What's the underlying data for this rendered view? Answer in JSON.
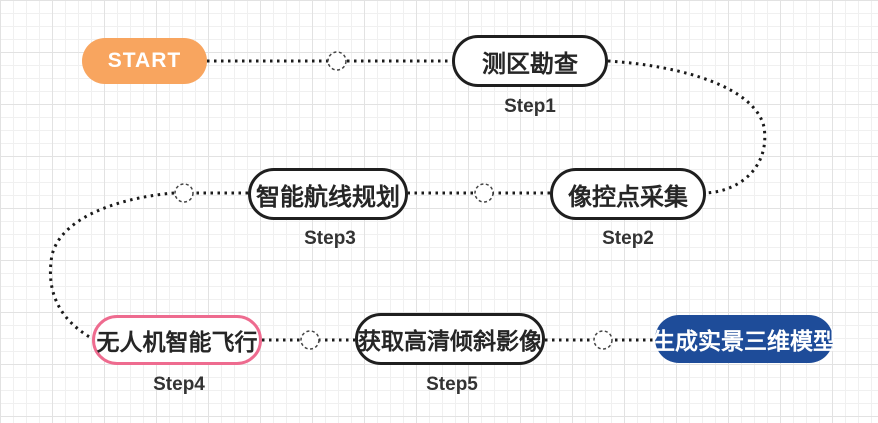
{
  "diagram": {
    "start": {
      "label": "START"
    },
    "nodes": [
      {
        "id": "step1",
        "label": "测区勘查",
        "step": "Step1",
        "style": "outline-black"
      },
      {
        "id": "step2",
        "label": "像控点采集",
        "step": "Step2",
        "style": "outline-black"
      },
      {
        "id": "step3",
        "label": "智能航线规划",
        "step": "Step3",
        "style": "outline-black"
      },
      {
        "id": "step4",
        "label": "无人机智能飞行",
        "step": "Step4",
        "style": "outline-pink"
      },
      {
        "id": "step5",
        "label": "获取高清倾斜影像",
        "step": "Step5",
        "style": "outline-black"
      },
      {
        "id": "result",
        "label": "生成实景三维模型",
        "step": "",
        "style": "filled-blue"
      }
    ],
    "connectors": {
      "style": "dotted",
      "junction": "dashed-circle"
    },
    "colors": {
      "start_fill": "#F8A55F",
      "node_border": "#1F1F1F",
      "highlight_border": "#EE6B8F",
      "final_fill": "#1E4C99",
      "text": "#262626",
      "connector": "#1A1A1A"
    }
  }
}
